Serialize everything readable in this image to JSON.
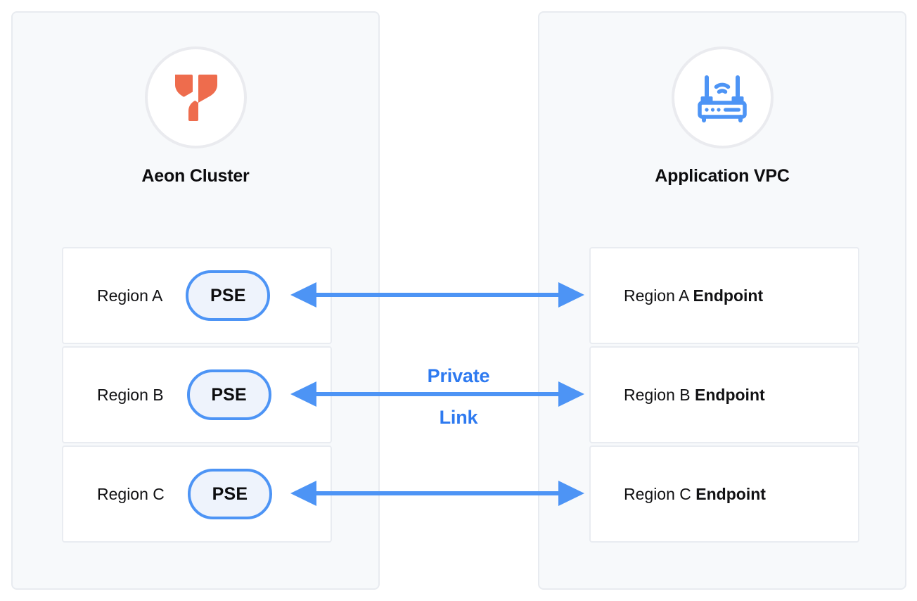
{
  "diagram": {
    "title_semantic": "aeon-cluster-private-link-to-application-vpc",
    "colors": {
      "accent_blue": "#4d94f5",
      "label_blue": "#2e7af0",
      "logo_orange": "#ee6c4d",
      "panel_bg": "#f7f9fb",
      "panel_border": "#e8ebf0",
      "box_border": "#e9ecf1",
      "pill_fill": "#eef3fc",
      "text": "#111113"
    }
  },
  "left_panel": {
    "icon_name": "aeon-logo-icon",
    "title": "Aeon Cluster",
    "rows": [
      {
        "region": "Region A",
        "node": "PSE"
      },
      {
        "region": "Region B",
        "node": "PSE"
      },
      {
        "region": "Region C",
        "node": "PSE"
      }
    ]
  },
  "right_panel": {
    "icon_name": "router-wifi-icon",
    "title": "Application VPC",
    "rows": [
      {
        "prefix": "Region A ",
        "bold": "Endpoint"
      },
      {
        "prefix": "Region B ",
        "bold": "Endpoint"
      },
      {
        "prefix": "Region C ",
        "bold": "Endpoint"
      }
    ]
  },
  "connections": {
    "label_line1": "Private",
    "label_line2": "Link",
    "arrows": [
      {
        "name": "arrow-region-a",
        "direction": "bidirectional"
      },
      {
        "name": "arrow-region-b",
        "direction": "bidirectional"
      },
      {
        "name": "arrow-region-c",
        "direction": "bidirectional"
      }
    ]
  }
}
